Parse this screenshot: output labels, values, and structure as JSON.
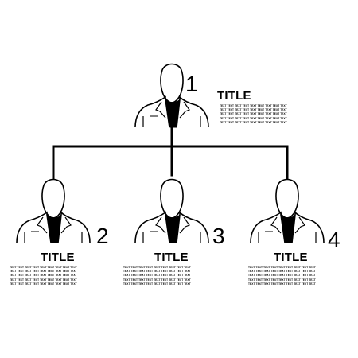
{
  "colors": {
    "line": "#000000",
    "background": "#ffffff",
    "text": "#000000"
  },
  "nodes": [
    {
      "number": "1",
      "title": "TITLE",
      "body_lines": [
        "TEXT TEXT TEXT TEXT TEXT TEXT TEXT TEXT TEXT",
        "TEXT TEXT TEXT TEXT TEXT TEXT TEXT TEXT TEXT",
        "TEXT TEXT TEXT TEXT TEXT TEXT TEXT TEXT TEXT",
        "TEXT TEXT TEXT TEXT TEXT TEXT TEXT TEXT TEXT",
        "TEXT TEXT TEXT TEXT TEXT TEXT TEXT TEXT TEXT"
      ]
    },
    {
      "number": "2",
      "title": "TITLE",
      "body_lines": [
        "TEXT TEXT TEXT TEXT TEXT TEXT TEXT TEXT TEXT",
        "TEXT TEXT TEXT TEXT TEXT TEXT TEXT TEXT TEXT",
        "TEXT TEXT TEXT TEXT TEXT TEXT TEXT TEXT TEXT",
        "TEXT TEXT TEXT TEXT TEXT TEXT TEXT TEXT TEXT",
        "TEXT TEXT TEXT TEXT TEXT TEXT TEXT TEXT TEXT"
      ]
    },
    {
      "number": "3",
      "title": "TITLE",
      "body_lines": [
        "TEXT TEXT TEXT TEXT TEXT TEXT TEXT TEXT TEXT",
        "TEXT TEXT TEXT TEXT TEXT TEXT TEXT TEXT TEXT",
        "TEXT TEXT TEXT TEXT TEXT TEXT TEXT TEXT TEXT",
        "TEXT TEXT TEXT TEXT TEXT TEXT TEXT TEXT TEXT",
        "TEXT TEXT TEXT TEXT TEXT TEXT TEXT TEXT TEXT"
      ]
    },
    {
      "number": "4",
      "title": "TITLE",
      "body_lines": [
        "TEXT TEXT TEXT TEXT TEXT TEXT TEXT TEXT TEXT",
        "TEXT TEXT TEXT TEXT TEXT TEXT TEXT TEXT TEXT",
        "TEXT TEXT TEXT TEXT TEXT TEXT TEXT TEXT TEXT",
        "TEXT TEXT TEXT TEXT TEXT TEXT TEXT TEXT TEXT",
        "TEXT TEXT TEXT TEXT TEXT TEXT TEXT TEXT TEXT"
      ]
    }
  ],
  "icons": {
    "person": "person-silhouette-icon"
  }
}
